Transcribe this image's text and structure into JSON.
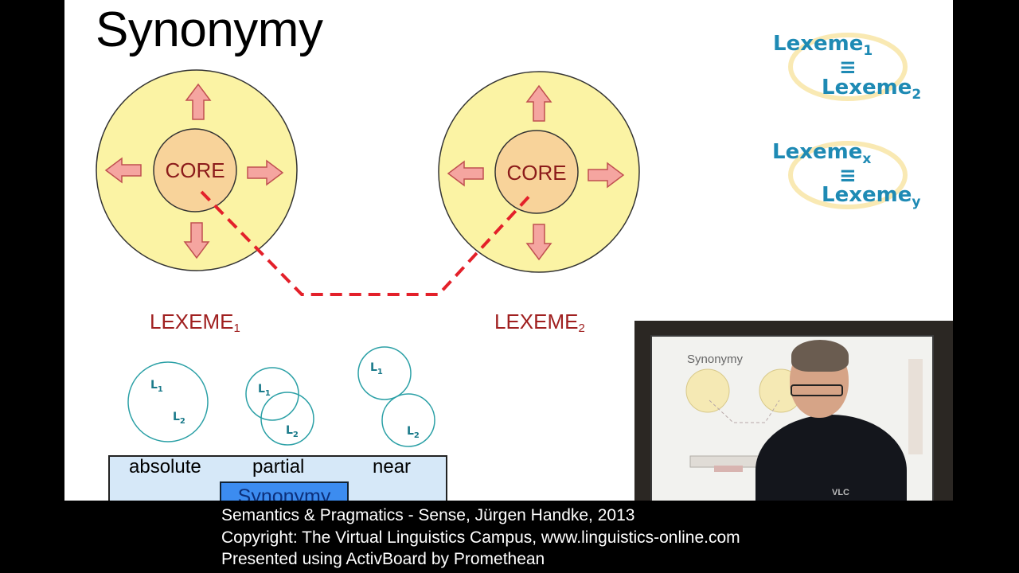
{
  "slide": {
    "title": "Synonymy",
    "diagram": {
      "core_label": "CORE",
      "lexeme1": {
        "text": "LEXEME",
        "sub": "1"
      },
      "lexeme2": {
        "text": "LEXEME",
        "sub": "2"
      }
    },
    "equivalences": [
      {
        "top": "Lexeme",
        "top_sub": "1",
        "symbol": "≡",
        "bottom": "Lexeme",
        "bottom_sub": "2"
      },
      {
        "top": "Lexeme",
        "top_sub": "x",
        "symbol": "≡",
        "bottom": "Lexeme",
        "bottom_sub": "y"
      }
    ],
    "venn": {
      "l1": "L",
      "l1_sub": "1",
      "l2": "L",
      "l2_sub": "2"
    },
    "synonymy_box": {
      "categories": [
        "absolute",
        "partial",
        "near"
      ],
      "tag": "Synonymy"
    }
  },
  "video": {
    "board_title": "Synonymy",
    "badge": "VLC"
  },
  "credits": [
    "Semantics & Pragmatics - Sense, Jürgen Handke, 2013",
    "Copyright: The Virtual Linguistics Campus, www.linguistics-online.com",
    "Presented using ActivBoard by Promethean"
  ],
  "colors": {
    "outer_circle": "#fbf3a4",
    "core_circle": "#f8d39a",
    "arrow": "#f5a5a0",
    "dashed_line": "#e3202a",
    "lexeme_label": "#a02020",
    "equivalence_text": "#1e8ab4",
    "venn_stroke": "#2ba0a6",
    "synonymy_box": "#d6e8f8",
    "synonymy_tag": "#3c8cf0"
  }
}
